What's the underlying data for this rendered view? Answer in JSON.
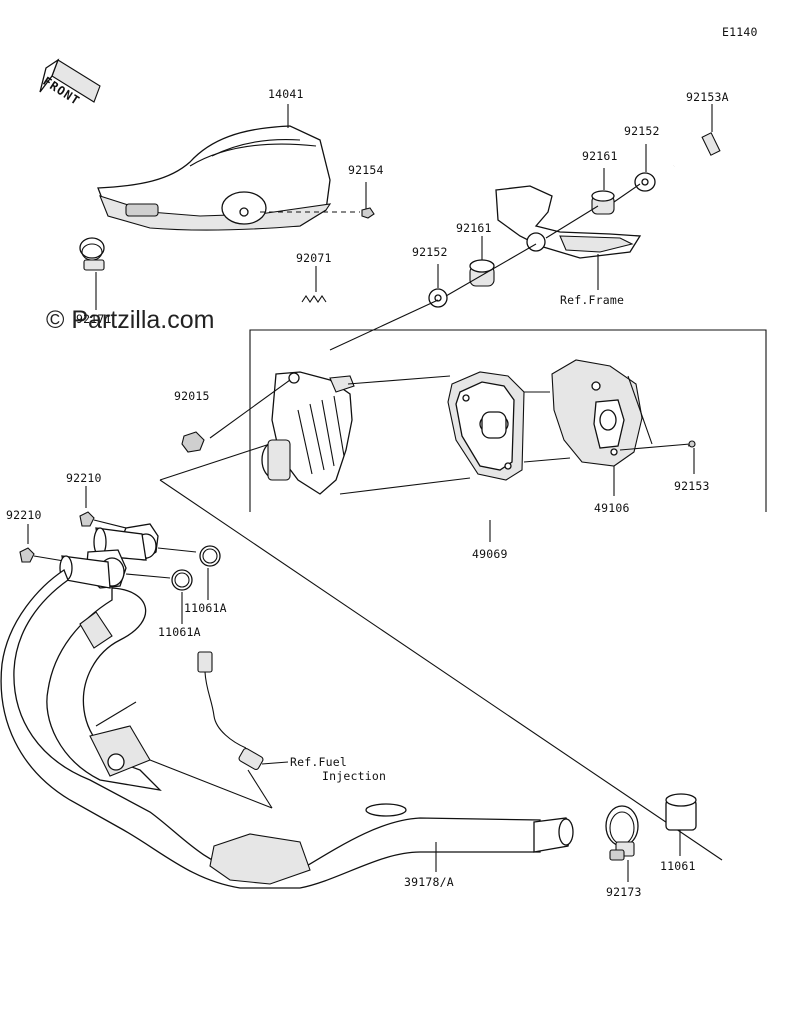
{
  "diagram_code": "E1140",
  "watermark": "© Partzilla.com",
  "front_label": "FRONT",
  "parts": {
    "p14041": "14041",
    "p92154": "92154",
    "p92171": "92171",
    "p92071": "92071",
    "p92152a": "92152",
    "p92161a": "92161",
    "p92161b": "92161",
    "p92152b": "92152",
    "p92153A": "92153A",
    "ref_frame": "Ref.Frame",
    "p92015": "92015",
    "p92153": "92153",
    "p49106": "49106",
    "p49069": "49069",
    "p92210a": "92210",
    "p92210b": "92210",
    "p11061Aa": "11061A",
    "p11061Ab": "11061A",
    "ref_fuel_1": "Ref.Fuel",
    "ref_fuel_2": "Injection",
    "p39178A": "39178/A",
    "p92173": "92173",
    "p11061": "11061"
  }
}
